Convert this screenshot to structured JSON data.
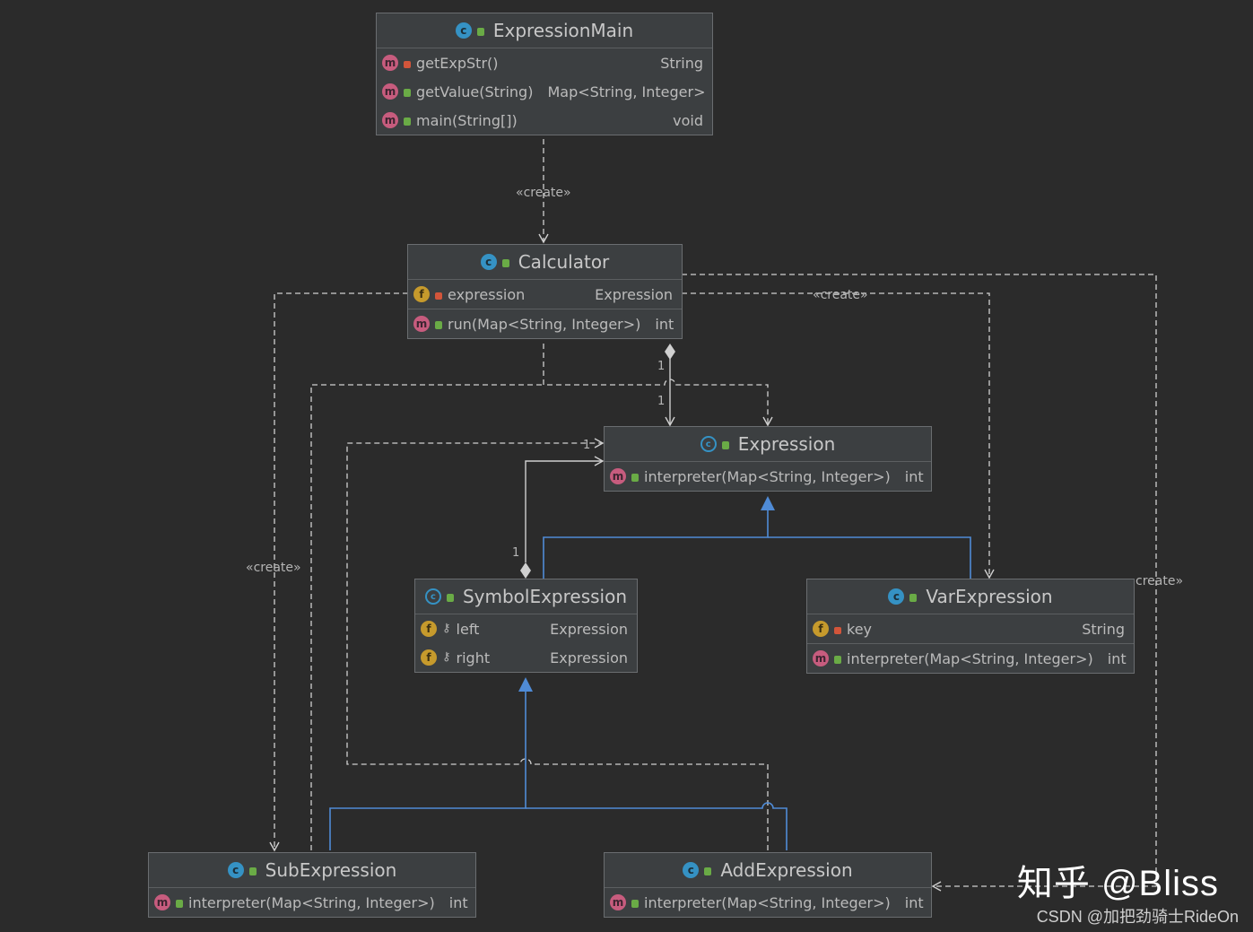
{
  "colors": {
    "background": "#2b2b2b",
    "box": "#3c3f41",
    "dependency": "#d0d0d0",
    "inheritance": "#4f8bd6",
    "class_icon": "#3592c4",
    "method_icon": "#c75c7e",
    "field_icon": "#c69a2c",
    "public": "#6aab46",
    "private": "#d2553a"
  },
  "classes": {
    "expression_main": {
      "name": "ExpressionMain",
      "icon": "class-icon",
      "members": [
        {
          "kind": "m",
          "visibility": "private",
          "name": "getExpStr()",
          "type": "String"
        },
        {
          "kind": "m",
          "visibility": "public",
          "name": "getValue(String)",
          "type": "Map<String, Integer>"
        },
        {
          "kind": "m",
          "visibility": "public",
          "name": "main(String[])",
          "type": "void"
        }
      ]
    },
    "calculator": {
      "name": "Calculator",
      "icon": "class-icon",
      "fields": [
        {
          "kind": "f",
          "visibility": "private",
          "name": "expression",
          "type": "Expression"
        }
      ],
      "methods": [
        {
          "kind": "m",
          "visibility": "public",
          "name": "run(Map<String, Integer>)",
          "type": "int"
        }
      ]
    },
    "expression": {
      "name": "Expression",
      "icon": "abstract-class-icon",
      "methods": [
        {
          "kind": "m",
          "visibility": "public",
          "name": "interpreter(Map<String, Integer>)",
          "type": "int"
        }
      ]
    },
    "symbol_expression": {
      "name": "SymbolExpression",
      "icon": "abstract-class-icon",
      "fields": [
        {
          "kind": "f",
          "visibility": "protected",
          "name": "left",
          "type": "Expression"
        },
        {
          "kind": "f",
          "visibility": "protected",
          "name": "right",
          "type": "Expression"
        }
      ]
    },
    "var_expression": {
      "name": "VarExpression",
      "icon": "class-icon",
      "fields": [
        {
          "kind": "f",
          "visibility": "private",
          "name": "key",
          "type": "String"
        }
      ],
      "methods": [
        {
          "kind": "m",
          "visibility": "public",
          "name": "interpreter(Map<String, Integer>)",
          "type": "int"
        }
      ]
    },
    "sub_expression": {
      "name": "SubExpression",
      "icon": "class-icon",
      "methods": [
        {
          "kind": "m",
          "visibility": "public",
          "name": "interpreter(Map<String, Integer>)",
          "type": "int"
        }
      ]
    },
    "add_expression": {
      "name": "AddExpression",
      "icon": "class-icon",
      "methods": [
        {
          "kind": "m",
          "visibility": "public",
          "name": "interpreter(Map<String, Integer>)",
          "type": "int"
        }
      ]
    }
  },
  "edge_labels": {
    "create_main_calc": "«create»",
    "create_calc_var": "«create»",
    "create_calc_sub": "«create»",
    "create_calc_add": "create»"
  },
  "multiplicities": {
    "calc_agg_source": "1",
    "calc_agg_target": "1",
    "symbol_agg_source": "1",
    "symbol_agg_target": "1"
  },
  "watermark": "知乎 @Bliss",
  "credit": "CSDN @加把劲骑士RideOn"
}
